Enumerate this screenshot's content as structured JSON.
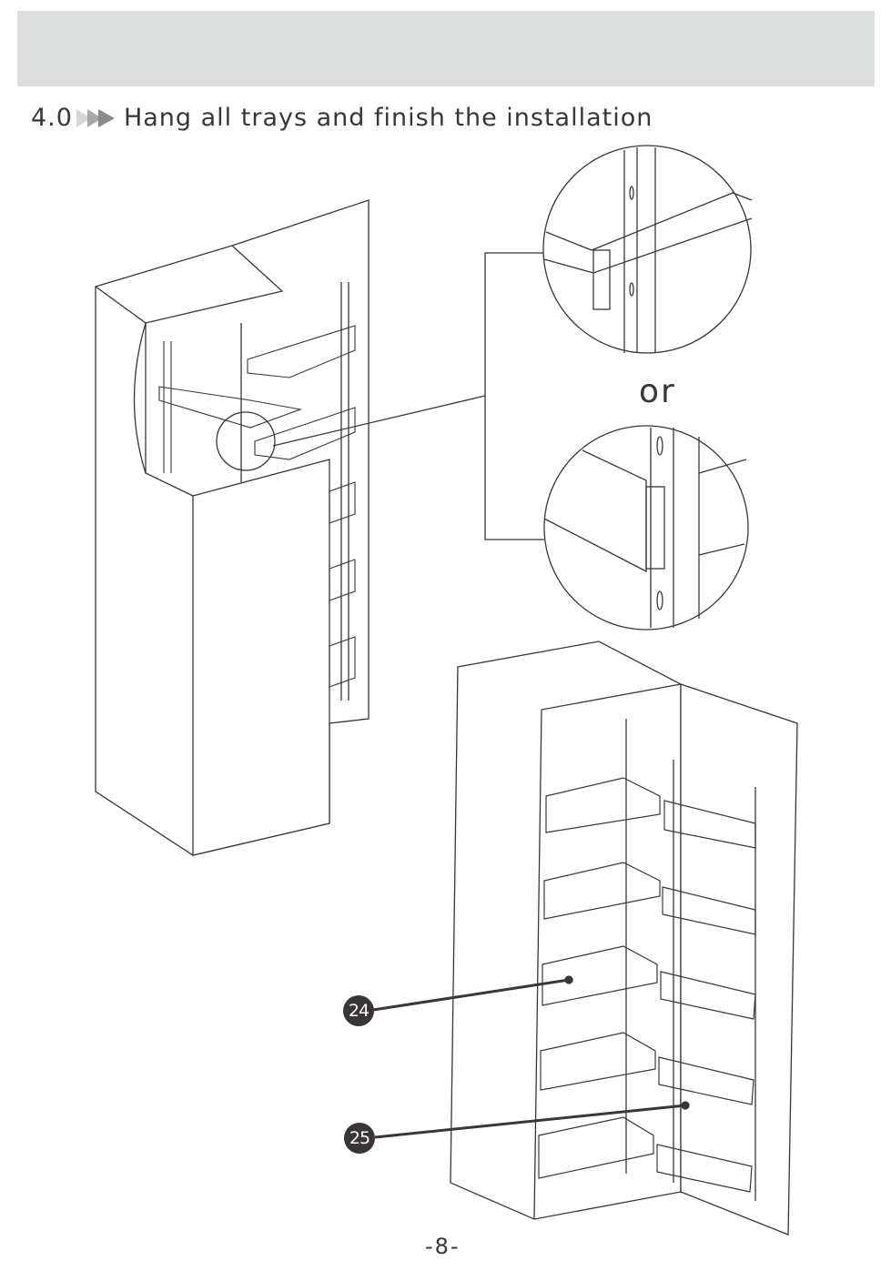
{
  "header": {
    "section_number": "4.0",
    "title": "Hang all trays and finish the installation",
    "arrow_icon": "double-chevron-right-icon"
  },
  "detail": {
    "or_label": "or"
  },
  "callouts": [
    {
      "label": "24"
    },
    {
      "label": "25"
    }
  ],
  "footer": {
    "page_number": "-8-"
  },
  "colors": {
    "band": "#dcdedd",
    "ink": "#3a3636"
  }
}
